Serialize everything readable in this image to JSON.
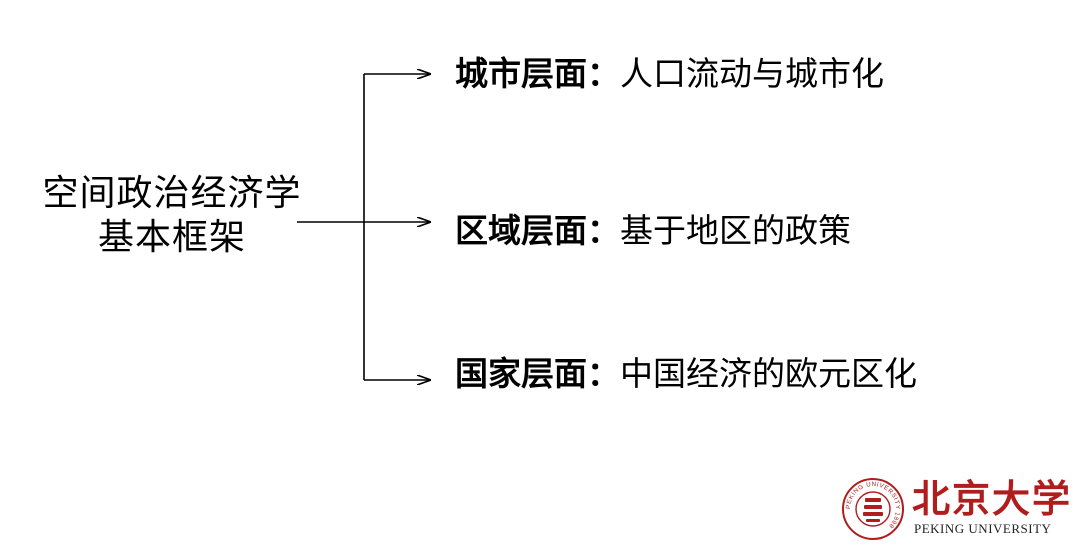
{
  "diagram": {
    "root": {
      "line1": "空间政治经济学",
      "line2": "基本框架"
    },
    "branches": [
      {
        "title": "城市层面",
        "separator": "：",
        "detail": "人口流动与城市化"
      },
      {
        "title": "区域层面",
        "separator": "：",
        "detail": "基于地区的政策"
      },
      {
        "title": "国家层面",
        "separator": "：",
        "detail": "中国经济的欧元区化"
      }
    ]
  },
  "logo": {
    "name_cn": "北京大学",
    "name_en": "PEKING UNIVERSITY",
    "seal_text": "PEKING UNIVERSITY 1898",
    "color": "#b01d1d"
  }
}
